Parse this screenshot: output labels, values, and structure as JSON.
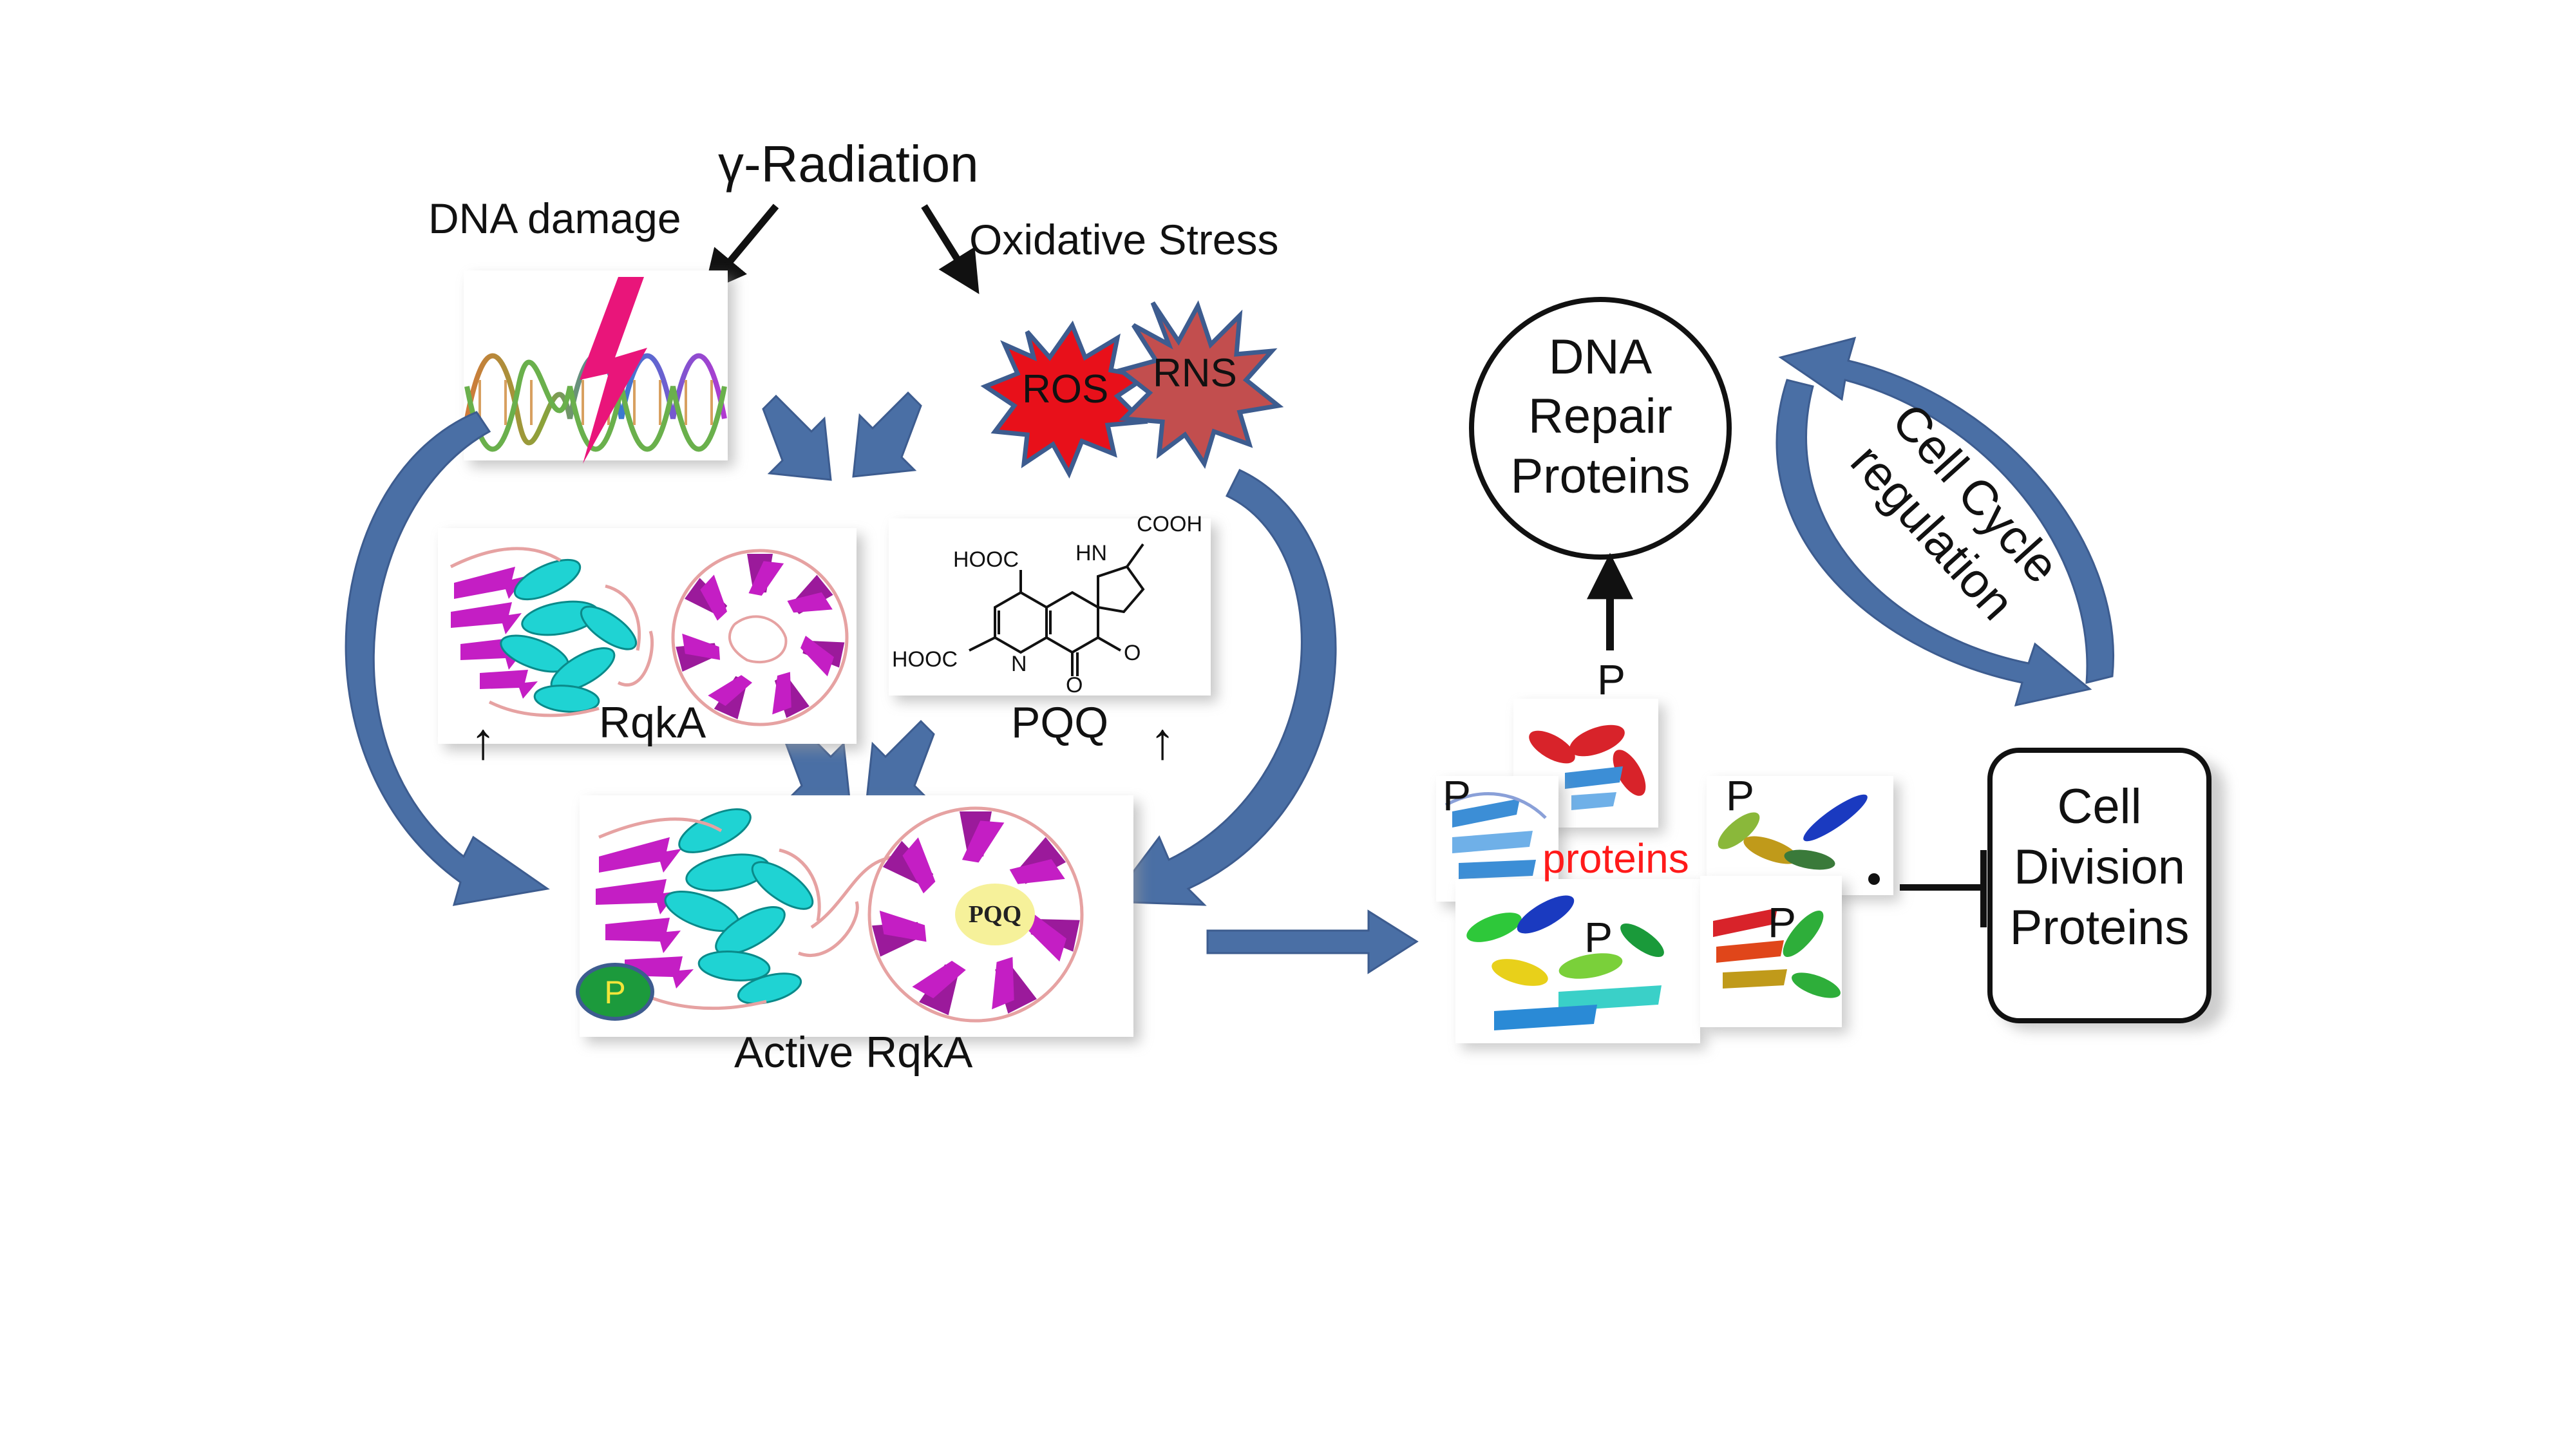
{
  "labels": {
    "radiation": "γ-Radiation",
    "dna_damage": "DNA damage",
    "oxidative_stress": "Oxidative Stress",
    "ros": "ROS",
    "rns": "RNS",
    "rqka": "RqkA",
    "pqq": "PQQ",
    "pqq_badge": "PQQ",
    "p_badge": "P",
    "active_rqka": "Active RqkA",
    "dna_repair": [
      "DNA",
      "Repair",
      "Proteins"
    ],
    "cell_cycle": [
      "Cell Cycle",
      "regulation"
    ],
    "cell_division": [
      "Cell",
      "Division",
      "Proteins"
    ],
    "proteins": "proteins",
    "phospho": "P",
    "up_arrow": "↑"
  },
  "chem": {
    "hooc_top": "HOOC",
    "hooc_left": "HOOC",
    "cooh": "COOH",
    "hn": "HN",
    "n": "N",
    "o1": "O",
    "o2": "O"
  },
  "colors": {
    "flow_arrow": "#4a6fa5",
    "ros": "#e8101a",
    "rns": "#c24e4e",
    "helix": "#1fd3d3",
    "sheet": "#c41ec4",
    "loop": "#e6a2a2",
    "p_badge": "#1c9a3c",
    "p_badge_text": "#f2e53a",
    "pqq_badge": "#f6f19a",
    "proteins_text": "#ff1a1a",
    "dna_bolt": "#e9157a"
  }
}
